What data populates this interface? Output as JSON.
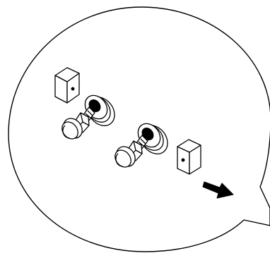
{
  "figure": {
    "type": "exploded-parts-callout",
    "callout_shape": "circular-speech-bubble",
    "stroke_color": "#000000",
    "fill_color": "#ffffff",
    "parts": [
      {
        "name": "mounting-block",
        "count": 2
      },
      {
        "name": "adjustable-bumper-knob",
        "count": 2
      }
    ],
    "arrow": {
      "direction": "down-right",
      "color": "#000000"
    }
  }
}
